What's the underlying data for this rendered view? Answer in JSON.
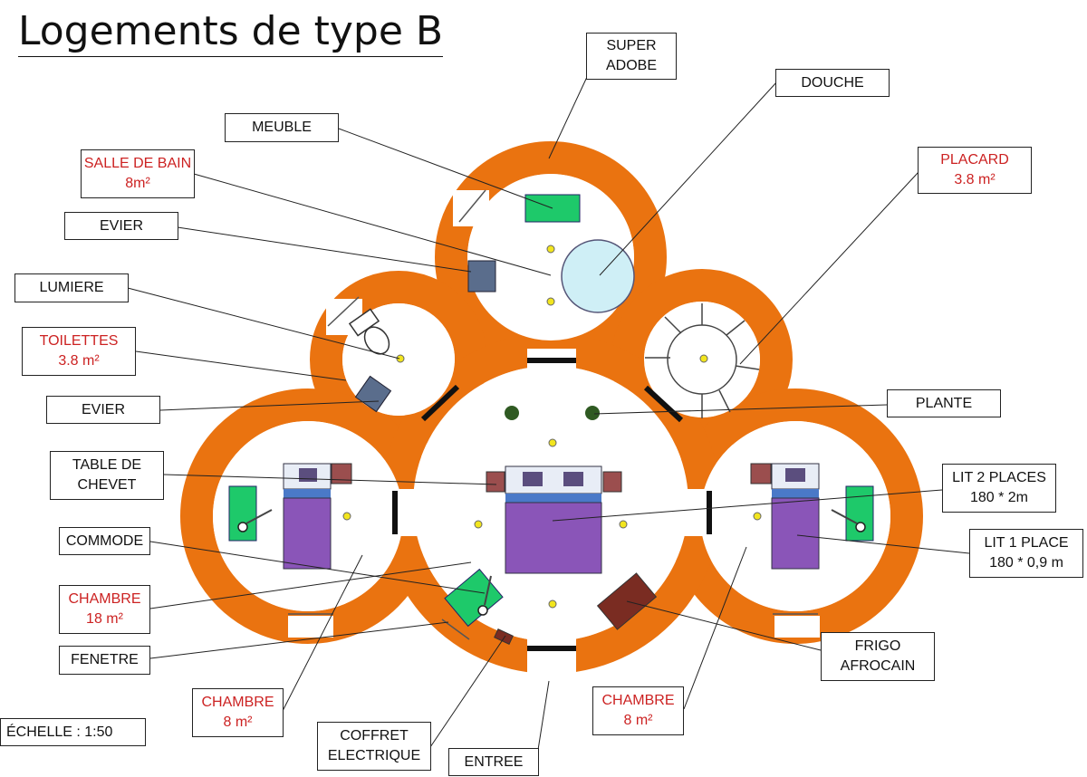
{
  "title": "Logements de type B",
  "scale": "ÉCHELLE :  1:50",
  "colors": {
    "wall": "#ea7310",
    "furniture_green": "#1ec96a",
    "bed_purple": "#8a55b8",
    "pillow": "#9b4e4e",
    "fridge": "#7a2c22",
    "shower": "#cfeff6",
    "light": "#f2e51e",
    "label_red": "#cc2222"
  },
  "labels": {
    "super_adobe": {
      "line1": "SUPER",
      "line2": "ADOBE"
    },
    "douche": {
      "line1": "DOUCHE"
    },
    "meuble": {
      "line1": "MEUBLE"
    },
    "placard": {
      "line1": "PLACARD",
      "line2": "3.8 m²"
    },
    "salle_de_bain": {
      "line1": "SALLE DE BAIN",
      "line2": "8m²"
    },
    "evier_top": {
      "line1": "EVIER"
    },
    "lumiere": {
      "line1": "LUMIERE"
    },
    "toilettes": {
      "line1": "TOILETTES",
      "line2": "3.8 m²"
    },
    "plante": {
      "line1": "PLANTE"
    },
    "evier_left": {
      "line1": "EVIER"
    },
    "table_chevet": {
      "line1": "TABLE DE",
      "line2": "CHEVET"
    },
    "lit_2_places": {
      "line1": "LIT 2 PLACES",
      "line2": "180 * 2m"
    },
    "commode": {
      "line1": "COMMODE"
    },
    "lit_1_place": {
      "line1": "LIT 1 PLACE",
      "line2": "180 * 0,9 m"
    },
    "chambre_18": {
      "line1": "CHAMBRE",
      "line2": "18 m²"
    },
    "frigo": {
      "line1": "FRIGO",
      "line2": "AFROCAIN"
    },
    "fenetre": {
      "line1": "FENETRE"
    },
    "chambre_8_left": {
      "line1": "CHAMBRE",
      "line2": "8 m²"
    },
    "chambre_8_right": {
      "line1": "CHAMBRE",
      "line2": "8 m²"
    },
    "coffret": {
      "line1": "COFFRET",
      "line2": "ELECTRIQUE"
    },
    "entree": {
      "line1": "ENTREE"
    }
  }
}
